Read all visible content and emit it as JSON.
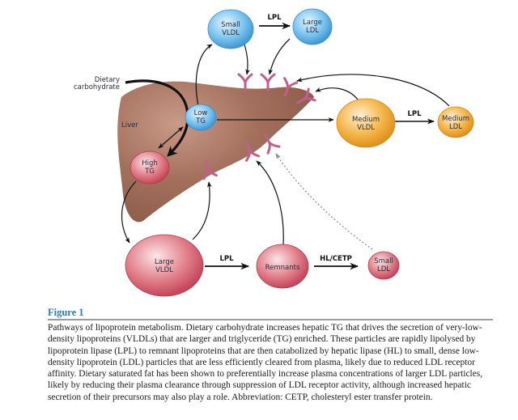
{
  "diagram": {
    "nodes": {
      "small_vldl": {
        "line1": "Small",
        "line2": "VLDL",
        "color": "#5ab0e6"
      },
      "large_ldl": {
        "line1": "Large",
        "line2": "LDL",
        "color": "#5ab0e6"
      },
      "low_tg": {
        "line1": "Low",
        "line2": "TG",
        "color": "#5ab0e6"
      },
      "high_tg": {
        "line1": "High",
        "line2": "TG",
        "color": "#d9606e"
      },
      "medium_vldl": {
        "line1": "Medium",
        "line2": "VLDL",
        "color": "#f0a830"
      },
      "medium_ldl": {
        "line1": "Medium",
        "line2": "LDL",
        "color": "#f0a830"
      },
      "large_vldl": {
        "line1": "Large",
        "line2": "VLDL",
        "color": "#d9606e"
      },
      "remnants": {
        "line1": "Remnants",
        "color": "#d9606e"
      },
      "small_ldl": {
        "line1": "Small",
        "line2": "LDL",
        "color": "#d9606e"
      }
    },
    "labels": {
      "liver": "Liver",
      "dietary_line1": "Dietary",
      "dietary_line2": "carbohydrate",
      "lpl_top": "LPL",
      "lpl_medium": "LPL",
      "lpl_bottom": "LPL",
      "hl_cetp": "HL/CETP"
    },
    "colors": {
      "liver": "#9c6b58",
      "receptor": "#c0608e"
    }
  },
  "caption": {
    "title": "Figure 1",
    "text": "Pathways of lipoprotein metabolism. Dietary carbohydrate increases hepatic TG that drives the secretion of very-low-density lipoproteins (VLDLs) that are larger and triglyceride (TG) enriched. These particles are rapidly lipolysed by lipoprotein lipase (LPL) to remnant lipoproteins that are then catabolized by hepatic lipase (HL) to small, dense low-density lipoprotein (LDL) particles that are less efficiently cleared from plasma, likely due to reduced LDL receptor affinity. Dietary saturated fat has been shown to preferentially increase plasma concentrations of larger LDL particles, likely by reducing their plasma clearance through suppression of LDL receptor activity, although increased hepatic secretion of their precursors may also play a role. Abbreviation: CETP, cholesteryl ester transfer protein."
  }
}
